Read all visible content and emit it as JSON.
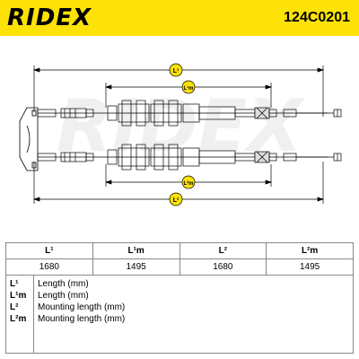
{
  "header": {
    "brand": "RIDEX",
    "part_number": "124C0201",
    "background": "#fde207"
  },
  "drawing": {
    "label_L1": "L¹",
    "label_L1m": "L¹m",
    "label_L2": "L²",
    "label_L2m": "L²m",
    "watermark": "RIDEX"
  },
  "table": {
    "headers": [
      "L¹",
      "L¹m",
      "L²",
      "L²m"
    ],
    "values": [
      "1680",
      "1495",
      "1680",
      "1495"
    ]
  },
  "legend": [
    {
      "key": "L¹",
      "text": "Length (mm)"
    },
    {
      "key": "L¹m",
      "text": "Length (mm)"
    },
    {
      "key": "L²",
      "text": "Mounting length (mm)"
    },
    {
      "key": "L²m",
      "text": "Mounting length (mm)"
    }
  ]
}
